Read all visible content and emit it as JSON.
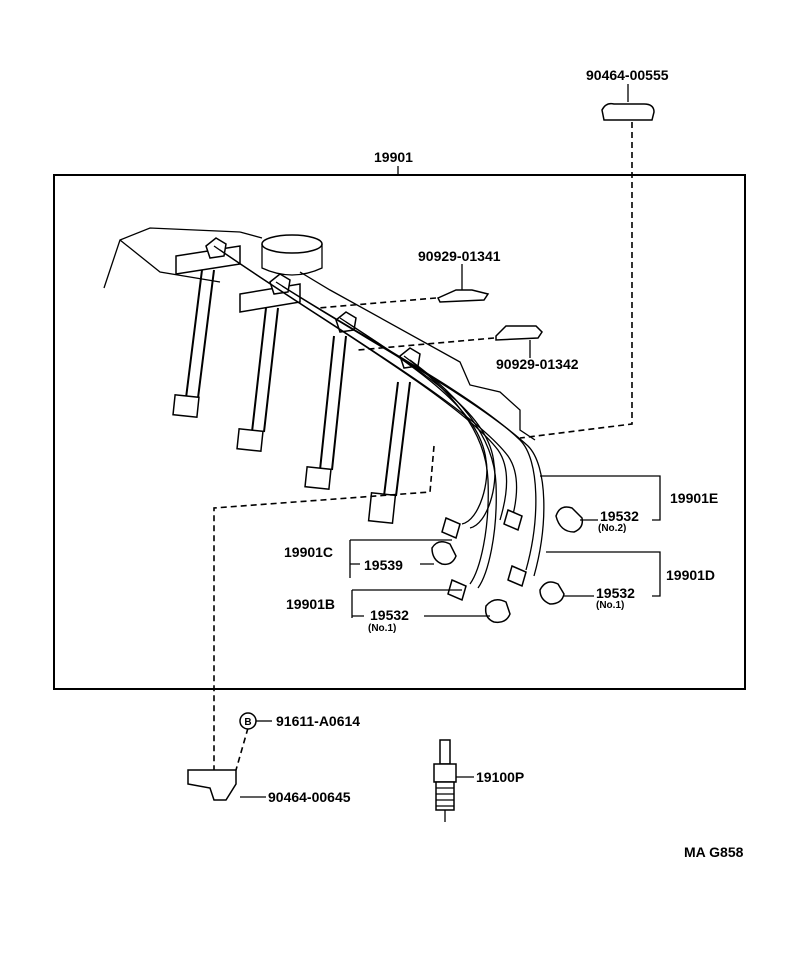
{
  "labels": {
    "top_clamp": "90464-00555",
    "main_assembly": "19901",
    "clamp_a": "90929-01341",
    "clamp_b": "90929-01342",
    "cord_e": "19901E",
    "cord_c": "19901C",
    "cord_d": "19901D",
    "cord_b": "19901B",
    "cover_upper_right": "19532",
    "cover_upper_right_note": "(No.2)",
    "cover_middle": "19539",
    "cover_lower_right": "19532",
    "cover_lower_right_note": "(No.1)",
    "cover_lower_left": "19532",
    "cover_lower_left_note": "(No.1)",
    "bolt": "91611-A0614",
    "clamp_lower": "90464-00645",
    "spark_plug": "19100P",
    "drawing_code": "MA G858"
  },
  "icons": {
    "bolt_marker": "B"
  }
}
